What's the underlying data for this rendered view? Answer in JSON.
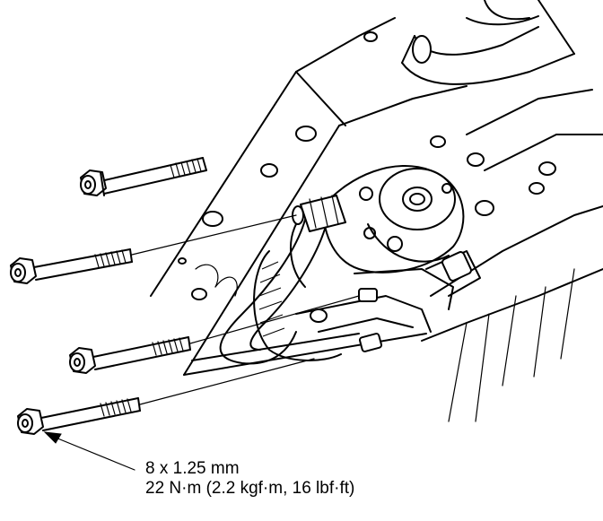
{
  "diagram": {
    "callout": {
      "line1": "8 x 1.25 mm",
      "line2": "22 N·m (2.2 kgf·m, 16 lbf·ft)"
    },
    "bolt_count": 4,
    "line_color": "#000000",
    "background": "#ffffff"
  }
}
